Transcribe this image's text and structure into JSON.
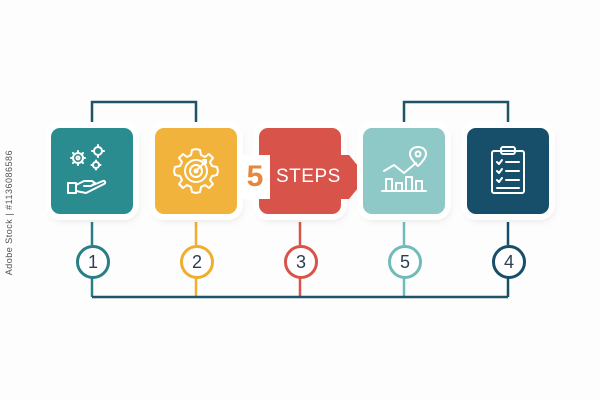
{
  "title": {
    "number": "5",
    "label": "STEPS"
  },
  "steps": [
    {
      "number": "1",
      "icon": "hand-gears-icon",
      "color": "#2a8c8f",
      "ring": "#2a7f86"
    },
    {
      "number": "2",
      "icon": "gear-target-icon",
      "color": "#f2b33d",
      "ring": "#f0ae2e"
    },
    {
      "number": "3",
      "icon": "",
      "color": "#d8544a",
      "ring": "#d8544a"
    },
    {
      "number": "5",
      "icon": "chart-location-icon",
      "color": "#8fc9c7",
      "ring": "#6fbcb9"
    },
    {
      "number": "4",
      "icon": "clipboard-checklist-icon",
      "color": "#174e6a",
      "ring": "#174e6a"
    }
  ],
  "connector_color": "#1f5468",
  "watermark": "Adobe Stock | #1136086586"
}
